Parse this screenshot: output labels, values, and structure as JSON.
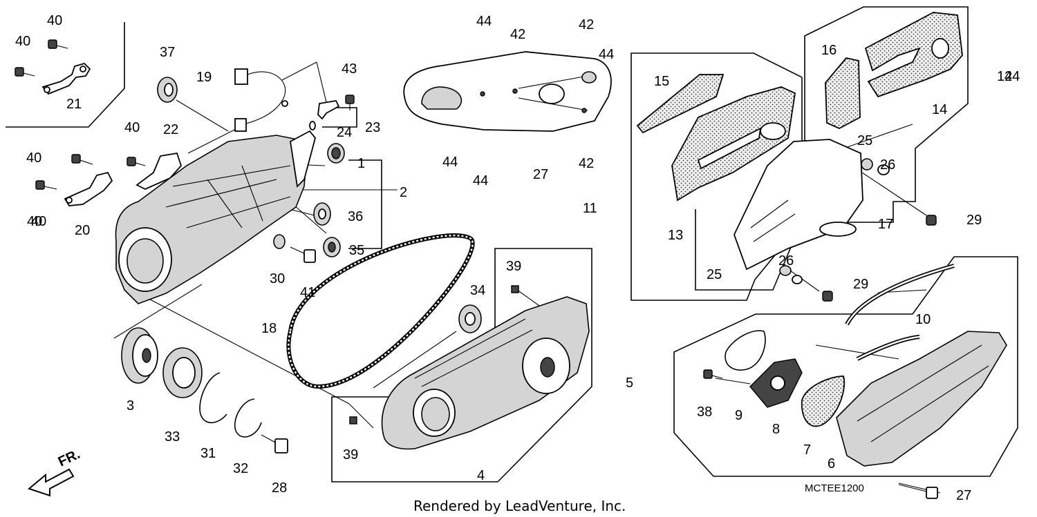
{
  "diagram": {
    "reference_code": "MCTEE1200",
    "credit": "Rendered by LeadVenture, Inc.",
    "direction_label": "FR.",
    "callouts": [
      "1",
      "2",
      "3",
      "4",
      "5",
      "6",
      "7",
      "8",
      "9",
      "10",
      "11",
      "12",
      "13",
      "14",
      "15",
      "16",
      "17",
      "18",
      "19",
      "20",
      "21",
      "22",
      "23",
      "24",
      "25",
      "25",
      "26",
      "26",
      "27",
      "27",
      "28",
      "29",
      "29",
      "30",
      "31",
      "32",
      "33",
      "34",
      "35",
      "36",
      "37",
      "38",
      "39",
      "39",
      "40",
      "40",
      "40",
      "40",
      "40",
      "40",
      "41",
      "42",
      "42",
      "42",
      "43",
      "44",
      "44",
      "44",
      "44",
      "44"
    ]
  }
}
